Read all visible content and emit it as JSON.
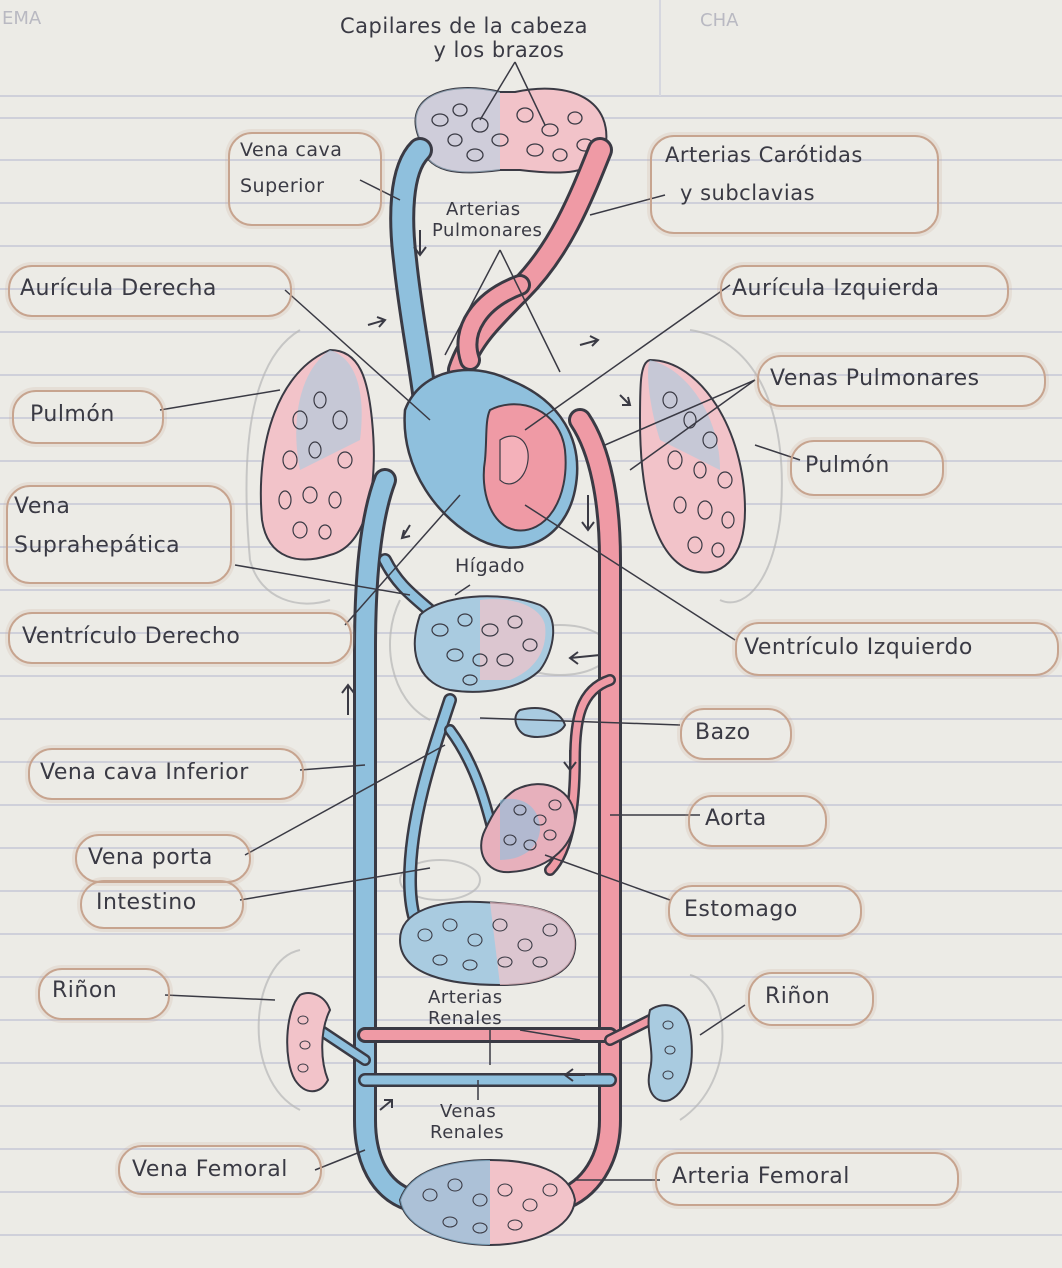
{
  "header": {
    "left": "EMA",
    "right": "CHA"
  },
  "labels": {
    "capilares_line1": "Capilares de la cabeza",
    "capilares_line2": "y los brazos",
    "vena_cava_superior_1": "Vena cava",
    "vena_cava_superior_2": "Superior",
    "arterias_carotidas_1": "Arterias Carótidas",
    "arterias_carotidas_2": "y subclavias",
    "arterias_pulmonares_1": "Arterias",
    "arterias_pulmonares_2": "Pulmonares",
    "auricula_derecha": "Aurícula Derecha",
    "auricula_izquierda": "Aurícula Izquierda",
    "venas_pulmonares": "Venas Pulmonares",
    "pulmon_izq": "Pulmón",
    "pulmon_der": "Pulmón",
    "vena_suprahepatica_1": "Vena",
    "vena_suprahepatica_2": "Suprahepática",
    "higado": "Hígado",
    "ventriculo_derecho": "Ventrículo Derecho",
    "ventriculo_izquierdo": "Ventrículo Izquierdo",
    "bazo": "Bazo",
    "vena_cava_inferior": "Vena cava Inferior",
    "aorta": "Aorta",
    "vena_porta": "Vena porta",
    "intestino": "Intestino",
    "estomago": "Estomago",
    "rinon_izq": "Riñon",
    "rinon_der": "Riñon",
    "arterias_renales_1": "Arterias",
    "arterias_renales_2": "Renales",
    "venas_renales_1": "Venas",
    "venas_renales_2": "Renales",
    "vena_femoral": "Vena Femoral",
    "arteria_femoral": "Arteria Femoral"
  },
  "colors": {
    "paper": "#ecebe6",
    "rule_line": "#c9cbd6",
    "vein_blue": "#8fc0dd",
    "artery_red": "#ef9aa5",
    "ink": "#3a3a44",
    "bubble_border": "#c7a48f"
  }
}
